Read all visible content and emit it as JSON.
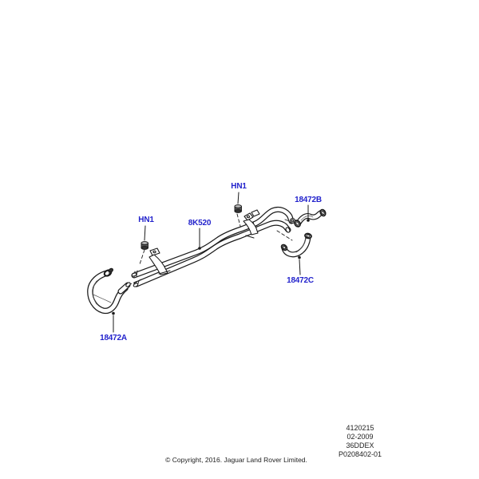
{
  "diagram": {
    "description": "Heater hoses and pipes exploded parts diagram",
    "label_color": "#2222cc",
    "line_color": "#1a1a1a",
    "labels": {
      "hn1_top": "HN1",
      "hn1_left": "HN1",
      "pipe_assembly": "8K520",
      "hose_b": "18472B",
      "hose_c": "18472C",
      "hose_a": "18472A"
    }
  },
  "plate": {
    "lines": [
      "4120215",
      "02-2009",
      "36DDEX",
      "P0208402-01"
    ]
  },
  "footer": {
    "copyright": "© Copyright, 2016. Jaguar Land Rover Limited."
  }
}
